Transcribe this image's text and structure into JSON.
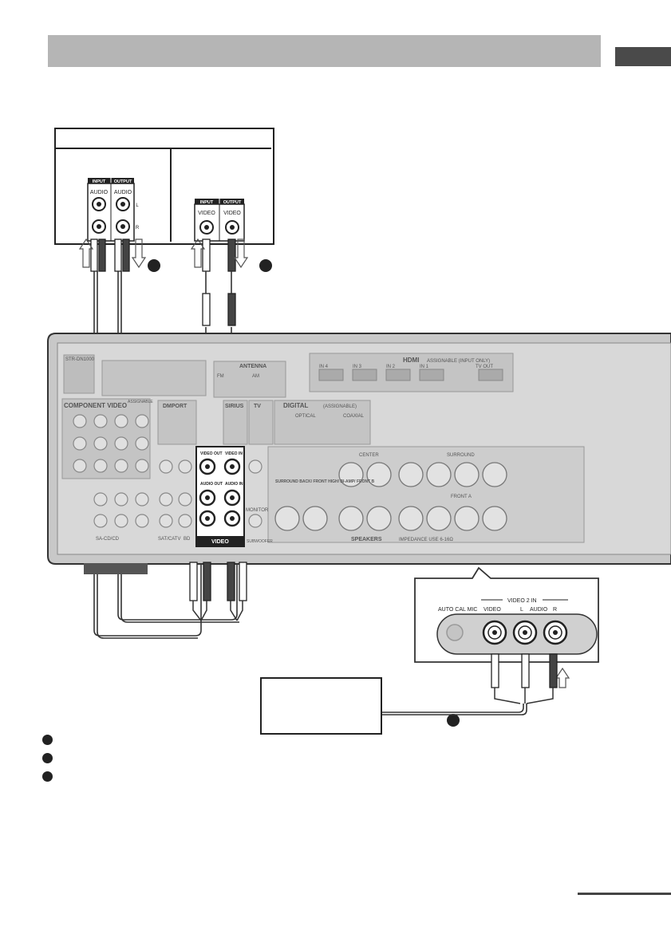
{
  "device_panel": {
    "audio_input": "INPUT",
    "audio_output": "OUTPUT",
    "audio_sub": "AUDIO",
    "left_channel": "L",
    "right_channel": "R",
    "video_input": "INPUT",
    "video_output": "OUTPUT",
    "video_sub": "VIDEO"
  },
  "receiver": {
    "model": "STR-DN1000",
    "antenna": "ANTENNA",
    "fm": "FM",
    "am": "AM",
    "hdmi": "HDMI",
    "hdmi_note": "ASSIGNABLE (INPUT ONLY)",
    "hdmi_ports": [
      "IN 4",
      "IN 3",
      "IN 2",
      "IN 1",
      "TV OUT"
    ],
    "component_video": "COMPONENT VIDEO",
    "assignable": "ASSIGNABLE",
    "dmport": "DMPORT",
    "sirius": "SIRIUS",
    "tv": "TV",
    "digital": "DIGITAL",
    "digital_note": "(ASSIGNABLE)",
    "optical": "OPTICAL",
    "coaxial": "COAXIAL",
    "video_out": "VIDEO OUT",
    "video_in": "VIDEO IN",
    "audio_out": "AUDIO OUT",
    "audio_in": "AUDIO IN",
    "video_group": "VIDEO",
    "monitor": "MONITOR",
    "subwoofer": "SUBWOOFER",
    "sa_cd": "SA-CD/CD",
    "bd": "BD",
    "sat": "SAT/CATV",
    "center": "CENTER",
    "surround": "SURROUND",
    "surround_back": "SURROUND BACK/ FRONT HIGH/ BI-AMP/ FRONT B",
    "front_a": "FRONT A",
    "speakers": "SPEAKERS",
    "impedance": "IMPEDANCE USE 6-16Ω"
  },
  "front_panel": {
    "video2_in": "VIDEO 2 IN",
    "auto_cal_mic": "AUTO CAL MIC",
    "video": "VIDEO",
    "left": "L",
    "audio": "AUDIO",
    "right": "R"
  }
}
